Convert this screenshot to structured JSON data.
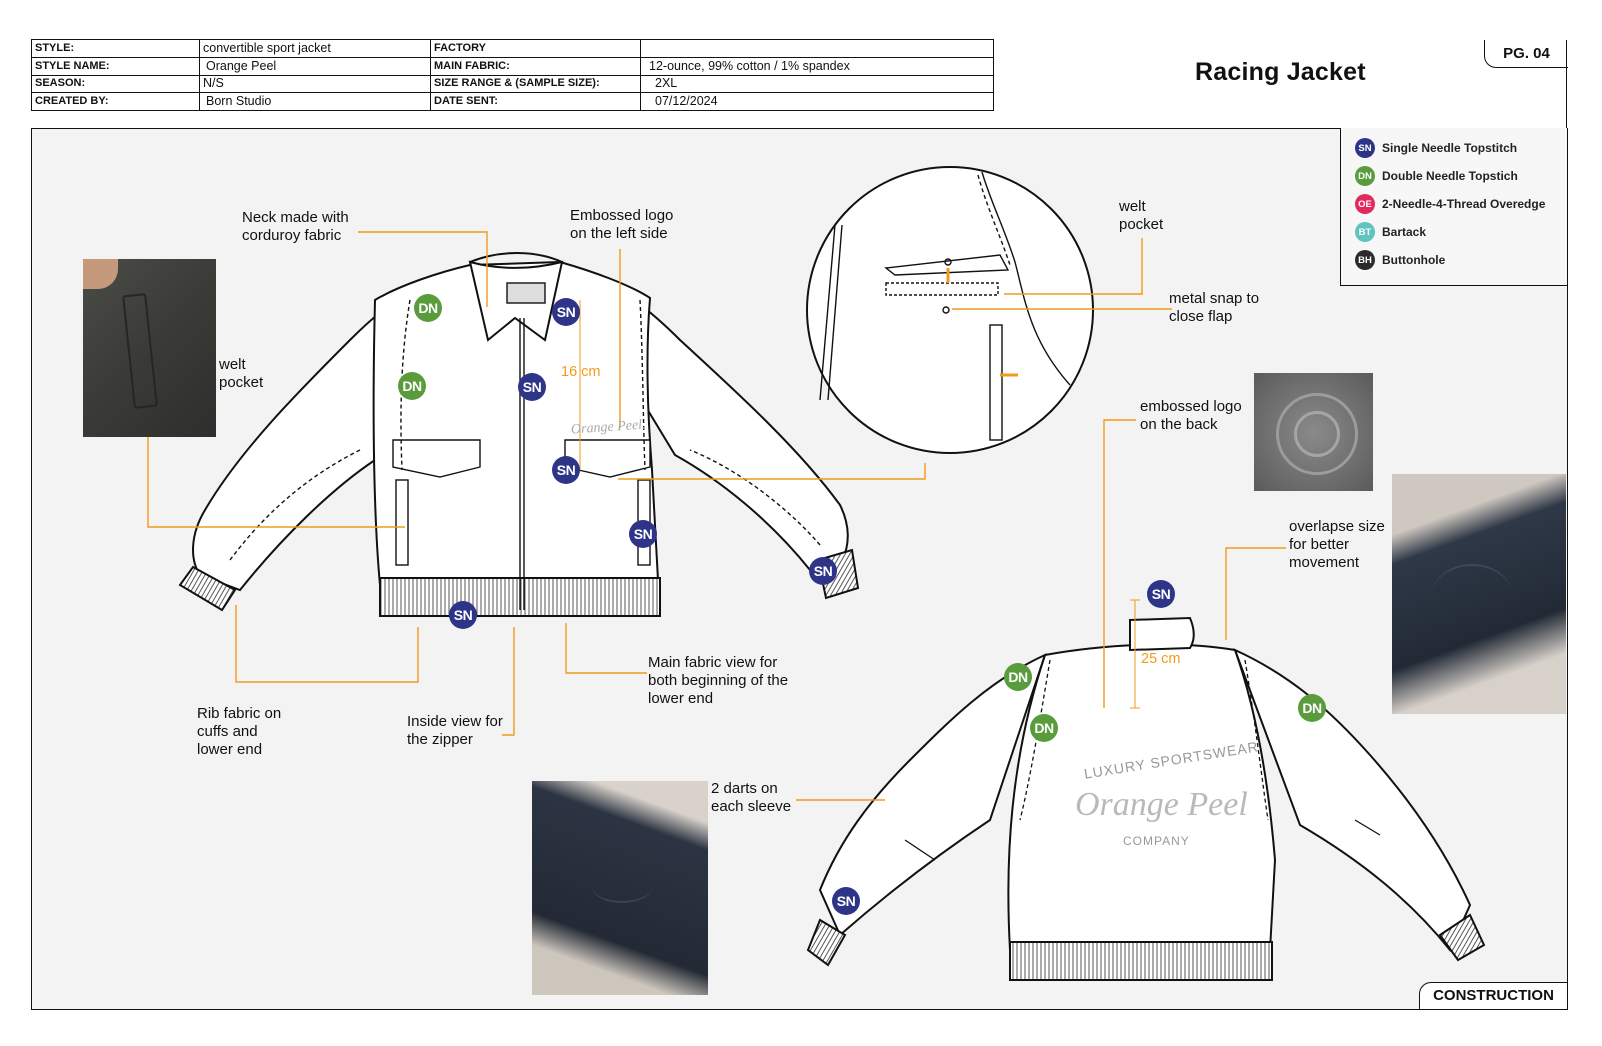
{
  "header": {
    "rows": [
      {
        "label1": "STYLE:",
        "value1": "convertible sport jacket",
        "label2": "FACTORY",
        "value2": ""
      },
      {
        "label1": "STYLE NAME:",
        "value1": "Orange Peel",
        "label2": "MAIN FABRIC:",
        "value2": "12-ounce, 99% cotton / 1% spandex"
      },
      {
        "label1": "SEASON:",
        "value1": "N/S",
        "label2": "SIZE RANGE & (SAMPLE SIZE):",
        "value2": "2XL"
      },
      {
        "label1": "CREATED BY:",
        "value1": "Born Studio",
        "label2": "DATE SENT:",
        "value2": "07/12/2024"
      }
    ],
    "title": "Racing Jacket",
    "page": "PG. 04"
  },
  "legend": [
    {
      "code": "SN",
      "label": "Single Needle Topstitch",
      "color": "#2e3589"
    },
    {
      "code": "DN",
      "label": "Double Needle Topstich",
      "color": "#5a9b3c"
    },
    {
      "code": "OE",
      "label": "2-Needle-4-Thread Overedge",
      "color": "#e32a5c"
    },
    {
      "code": "BT",
      "label": "Bartack",
      "color": "#5fc3c0"
    },
    {
      "code": "BH",
      "label": "Buttonhole",
      "color": "#2b2b2b"
    }
  ],
  "notes": {
    "neck": "Neck made with corduroy fabric",
    "embossed_front": "Embossed logo on the left side",
    "welt_pocket_photo": "welt pocket",
    "welt_pocket_detail": "welt pocket",
    "metal_snap": "metal snap to close flap",
    "embossed_back": "embossed logo on the back",
    "overlapse": "overlapse size for better movement",
    "rib_fabric": "Rib fabric on cuffs and lower end",
    "inside_zipper": "Inside view for the zipper",
    "main_fabric": "Main fabric view for both beginning of the lower end",
    "darts": "2 darts on each sleeve"
  },
  "measurements": {
    "front_zip": "16 cm",
    "back_length": "25 cm"
  },
  "logo_text": {
    "front_logo": "Orange Peel.",
    "back_arc": "LUXURY SPORTSWEAR",
    "back_brand": "Orange Peel",
    "back_company": "COMPANY"
  },
  "footer": "CONSTRUCTION",
  "colors": {
    "callout_line": "#f39a1b",
    "panel_bg": "#f3f3f3"
  }
}
